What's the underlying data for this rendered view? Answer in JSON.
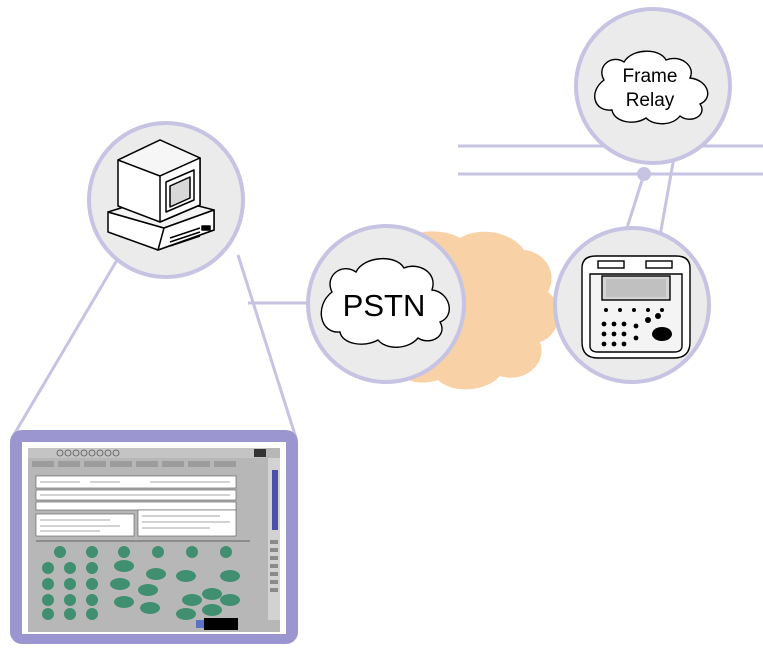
{
  "nodes": {
    "frame_relay": {
      "label_line1": "Frame",
      "label_line2": "Relay",
      "icon": "cloud-icon"
    },
    "pstn": {
      "label": "PSTN",
      "icon": "cloud-icon"
    },
    "computer": {
      "icon": "desktop-computer-icon"
    },
    "handheld": {
      "icon": "handheld-test-set-icon"
    },
    "screenshot": {
      "icon": "software-screen-thumbnail"
    }
  },
  "colors": {
    "link": "#c6c3e3",
    "node_border": "#c6c3e3",
    "node_fill": "#ebebeb",
    "pstn_cloud": "#f8d1a7",
    "thumb_frame": "#9b96cf",
    "thumb_screen": "#b7b7b7",
    "thumb_button": "#3f8f70"
  }
}
